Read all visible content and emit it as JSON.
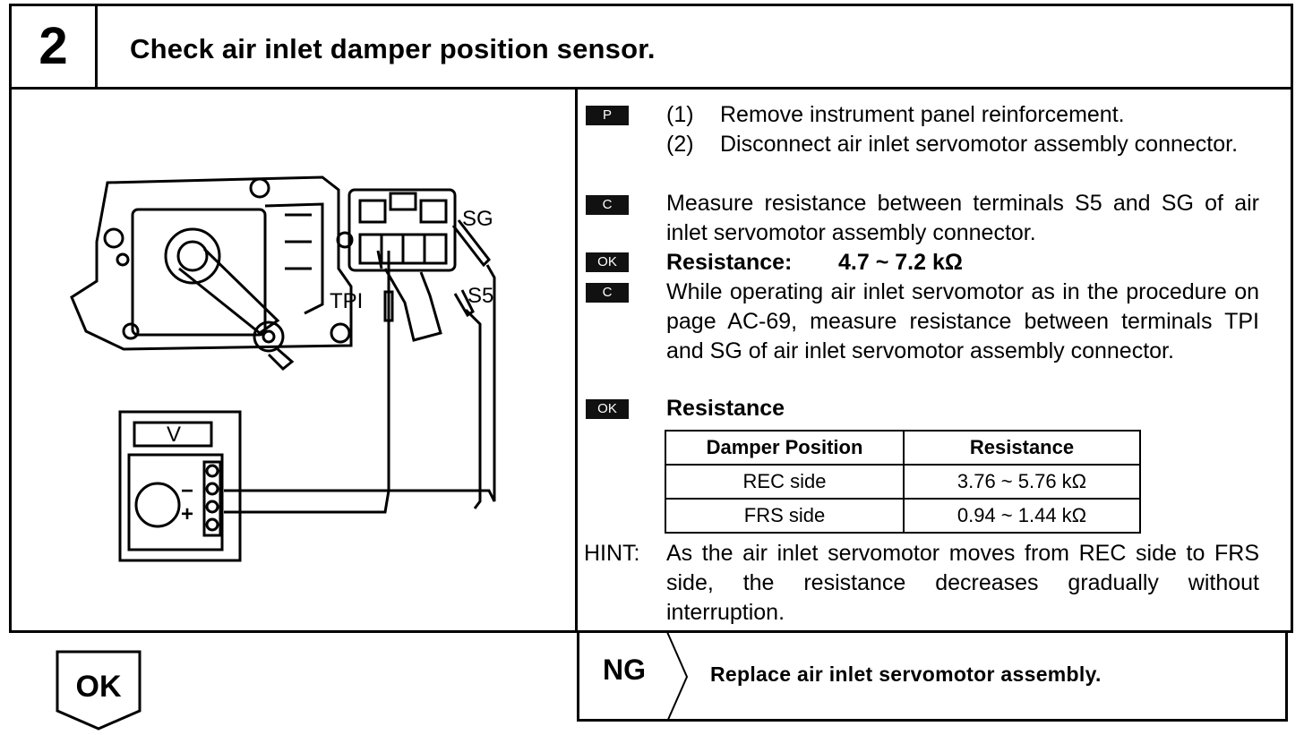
{
  "header": {
    "step_number": "2",
    "title": "Check air inlet damper position sensor."
  },
  "diagram": {
    "label_sg": "SG",
    "label_tpi": "TPI",
    "label_s5": "S5",
    "meter_label": "V",
    "minus": "−",
    "plus": "+"
  },
  "instructions": {
    "step1_num": "(1)",
    "step1_text": "Remove instrument panel reinforcement.",
    "step2_num": "(2)",
    "step2_text": "Disconnect air inlet servomotor assembly connector.",
    "measure1": "Measure resistance between terminals S5 and SG of air inlet servomotor assembly connector.",
    "resistance1_label": "Resistance:",
    "resistance1_value": "4.7 ~ 7.2 kΩ",
    "measure2": "While operating air inlet servomotor as in the procedure on page AC-69, measure resistance between terminals TPI and SG of air inlet servomotor assembly connector.",
    "resistance2_label": "Resistance",
    "hint_label": "HINT:",
    "hint_text": "As the air inlet servomotor moves from REC side to FRS side, the resistance decreases gradually without interruption."
  },
  "marks": {
    "prep": "P",
    "check": "C",
    "ok": "OK"
  },
  "table": {
    "headers": [
      "Damper Position",
      "Resistance"
    ],
    "rows": [
      [
        "REC side",
        "3.76 ~ 5.76 kΩ"
      ],
      [
        "FRS side",
        "0.94 ~ 1.44 kΩ"
      ]
    ]
  },
  "result": {
    "ok_label": "OK",
    "ng_label": "NG",
    "ng_action": "Replace air inlet servomotor assembly."
  }
}
